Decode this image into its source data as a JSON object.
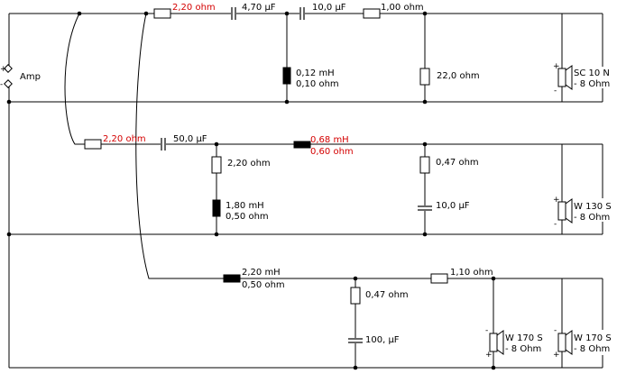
{
  "amp": {
    "label": "Amp",
    "plus": "+",
    "minus": "-"
  },
  "top": {
    "r1": "2,20 ohm",
    "c1": "4,70 µF",
    "c2": "10,0 µF",
    "r2": "1,00 ohm",
    "l1": [
      "0,12 mH",
      "0,10 ohm"
    ],
    "r3": "22,0 ohm",
    "spk": {
      "name": "SC 10 N",
      "imp": "- 8 Ohm",
      "plus": "+",
      "minus": "-"
    }
  },
  "mid": {
    "r1": "2,20 ohm",
    "c1": "50,0 µF",
    "l1": [
      "0,68 mH",
      "0,60 ohm"
    ],
    "r2": "2,20 ohm",
    "l2": [
      "1,80 mH",
      "0,50 ohm"
    ],
    "r3": "0,47 ohm",
    "c2": "10,0 µF",
    "spk": {
      "name": "W 130 S",
      "imp": "- 8 Ohm",
      "plus": "+",
      "minus": "-"
    }
  },
  "bot": {
    "l1": [
      "2,20 mH",
      "0,50 ohm"
    ],
    "r1": "1,10 ohm",
    "r2": "0,47 ohm",
    "c1": "100, µF",
    "spk1": {
      "name": "W 170 S",
      "imp": "- 8 Ohm",
      "plus": "+",
      "minus": "-"
    },
    "spk2": {
      "name": "W 170 S",
      "imp": "- 8 Ohm",
      "plus": "+",
      "minus": "-"
    }
  },
  "colors": {
    "wire": "#000000",
    "highlight": "#d40000",
    "background": "#ffffff"
  }
}
